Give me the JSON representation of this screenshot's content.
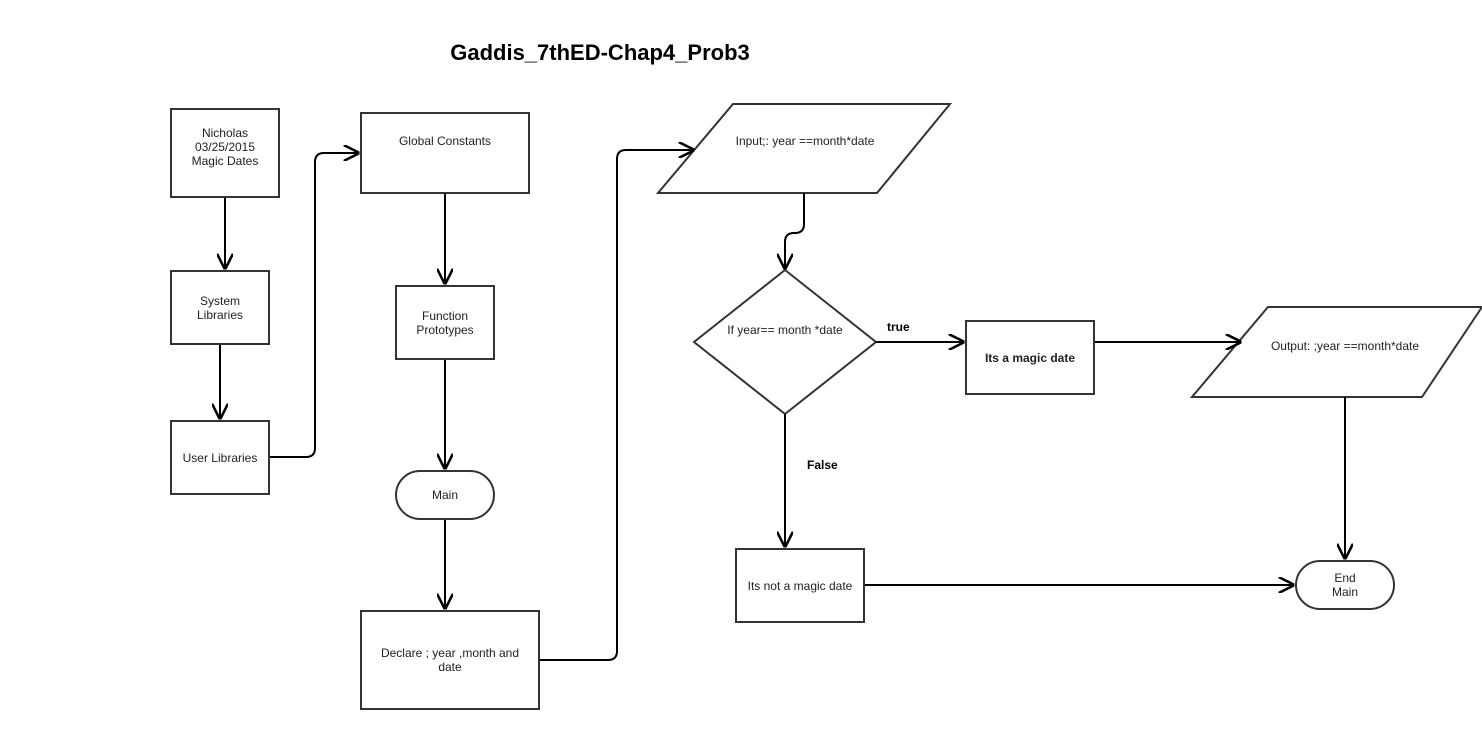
{
  "title": "Gaddis_7thED-Chap4_Prob3",
  "nodes": {
    "header": "Nicholas\n03/25/2015\nMagic Dates",
    "system_libraries": "System\nLibraries",
    "user_libraries": "User Libraries",
    "global_constants": "Global Constants",
    "function_prototypes": "Function\nPrototypes",
    "main": "Main",
    "declare": "Declare ; year ,month and\ndate",
    "input": "Input;: year ==month*date",
    "decision": "If year== month *date",
    "magic": "Its a magic date",
    "not_magic": "Its not a magic date",
    "output": "Output: ;year ==month*date",
    "end": "End\nMain"
  },
  "edges": {
    "true_label": "true",
    "false_label": "False"
  }
}
